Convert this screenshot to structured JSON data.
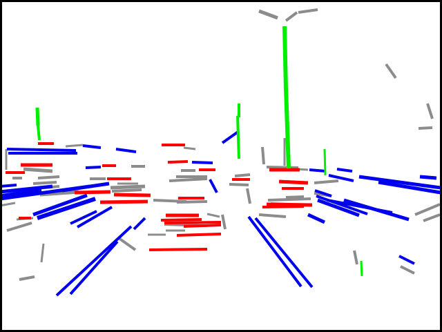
{
  "image": {
    "kind": "line-segment detection visualization",
    "legend": [],
    "colors": {
      "background": "#ffffff",
      "border": "#000000",
      "gray": "#8c8c8c",
      "red": "#ff0000",
      "blue": "#0000ee",
      "green": "#00ee00"
    },
    "groups": [
      {
        "name": "gray-segments",
        "color_key": "gray"
      },
      {
        "name": "red-segments",
        "color_key": "red"
      },
      {
        "name": "blue-segments",
        "color_key": "blue"
      },
      {
        "name": "green-segments",
        "color_key": "green"
      }
    ]
  }
}
